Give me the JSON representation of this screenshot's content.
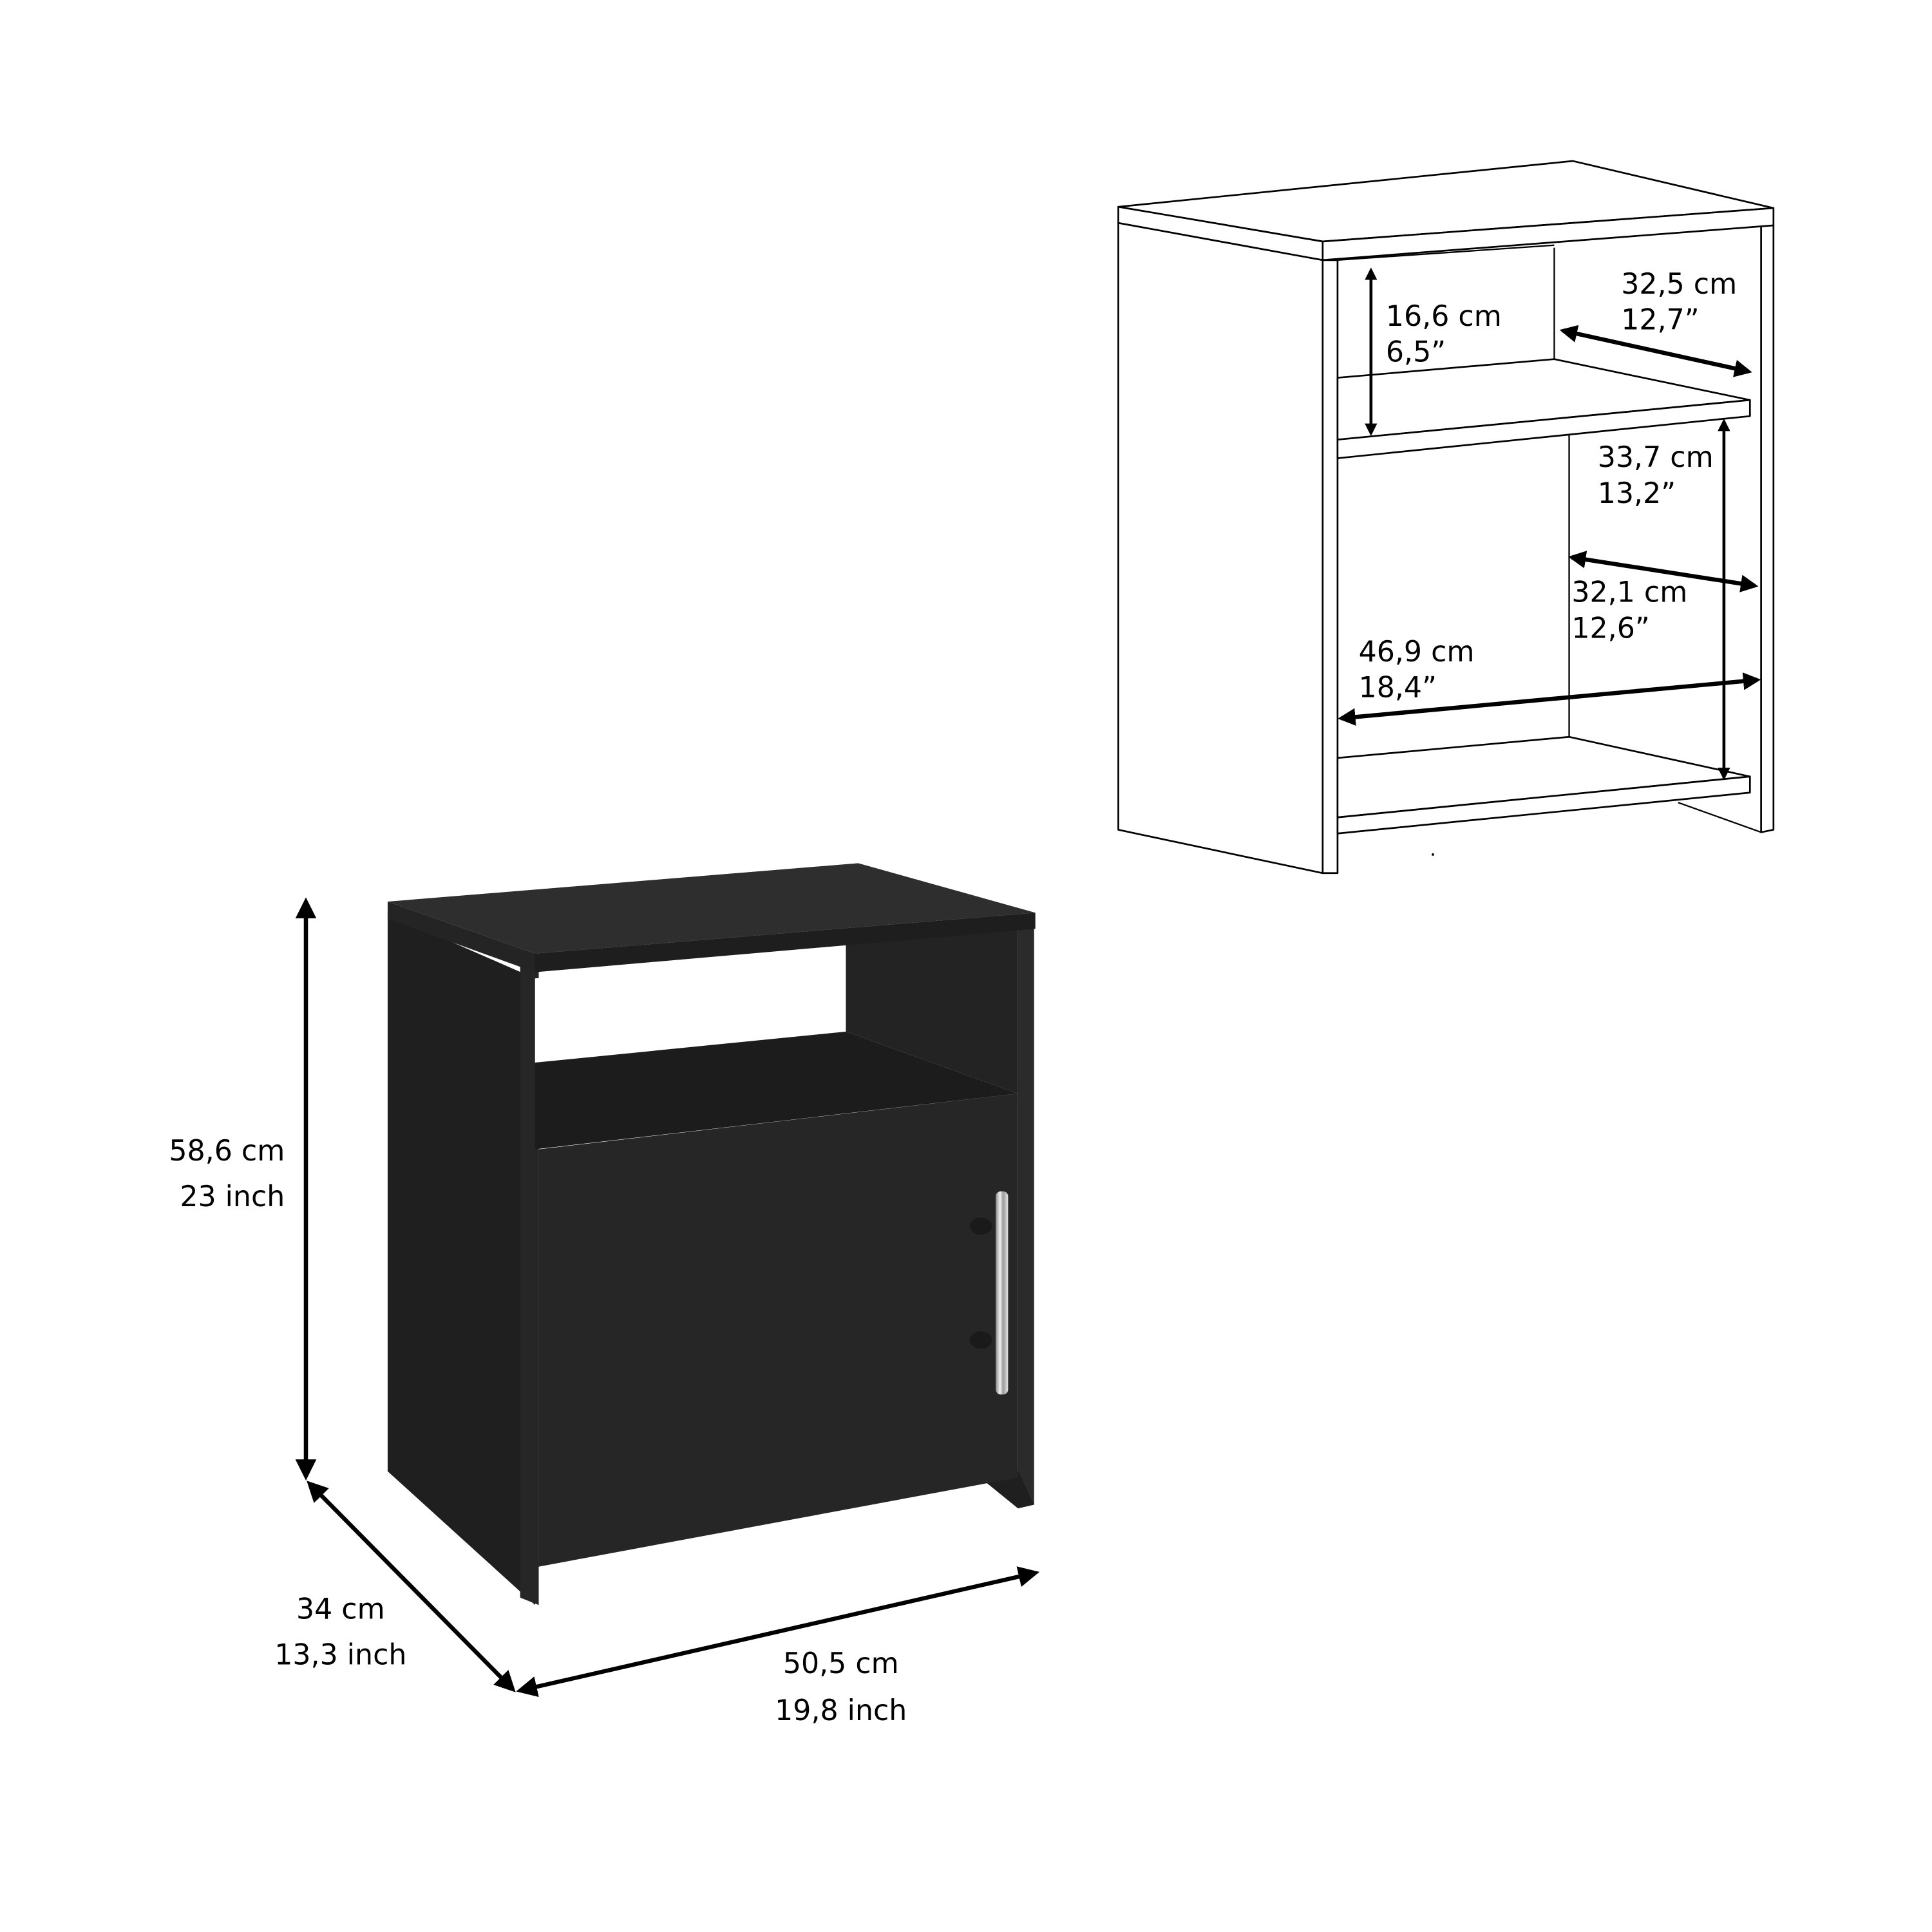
{
  "product_view": {
    "description": "Nightstand with open shelf and single door",
    "finish_color": "#262626",
    "handle_color": "#c8c8c8"
  },
  "outer_dimensions": {
    "height": {
      "metric": "58,6 cm",
      "imperial": "23 inch"
    },
    "depth": {
      "metric": "34 cm",
      "imperial": "13,3 inch"
    },
    "width": {
      "metric": "50,5 cm",
      "imperial": "19,8 inch"
    }
  },
  "inner_dimensions": {
    "upper_shelf_height": {
      "metric": "16,6 cm",
      "imperial": "6,5”"
    },
    "upper_shelf_depth": {
      "metric": "32,5 cm",
      "imperial": "12,7”"
    },
    "cabinet_height": {
      "metric": "33,7 cm",
      "imperial": "13,2”"
    },
    "cabinet_depth": {
      "metric": "32,1 cm",
      "imperial": "12,6”"
    },
    "cabinet_width": {
      "metric": "46,9 cm",
      "imperial": "18,4”"
    }
  }
}
